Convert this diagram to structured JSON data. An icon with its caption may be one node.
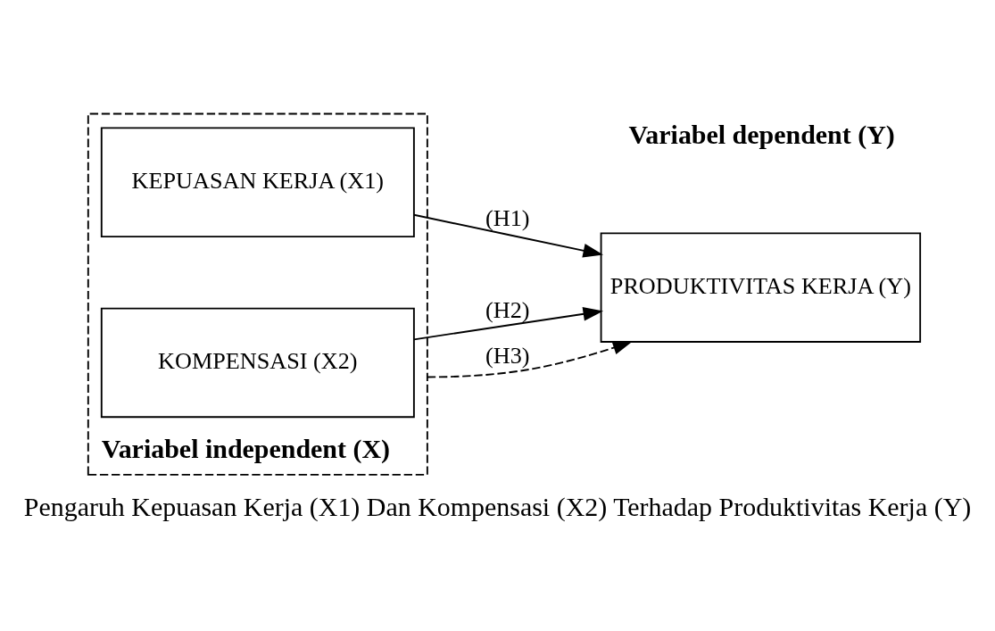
{
  "diagram": {
    "caption": "Pengaruh Kepuasan Kerja (X1) Dan Kompensasi (X2) Terhadap Produktivitas Kerja (Y)",
    "nodes": [
      {
        "text": [
          "Variabel independent (X)"
        ]
      },
      {
        "text": [
          "KEPUASAN KERJA (X1)"
        ],
        "in": 0
      },
      {
        "text": [
          "KOMPENSASI (X2)"
        ],
        "in": 0
      },
      {
        "text": [
          "PRODUKTIVITAS KERJA (Y)"
        ]
      }
    ],
    "edges": [
      {
        "from": 1,
        "to": 3,
        "arrow": "to",
        "label": "(H1)"
      },
      {
        "from": 2,
        "to": 3,
        "arrow": "to",
        "label": "(H2)"
      },
      {
        "from": 0,
        "to": 3,
        "arrow": "to",
        "label": "(H3)",
        "style": "dashed"
      }
    ],
    "labels": [
      "Variabel dependent (Y)"
    ]
  }
}
